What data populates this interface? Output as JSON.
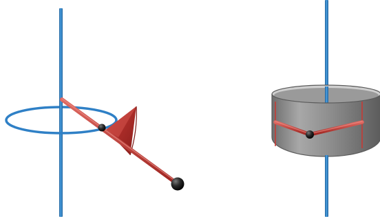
{
  "colors": {
    "axis": "#2f80c6",
    "rod": "#c73a34",
    "rod_dark": "#8e1f1c",
    "cone": "#b8302c",
    "ball": "#1e1e1e",
    "cylinder_side": "#8a8a8a",
    "cylinder_top": "#bdbdbd",
    "cylinder_edge": "#5a5a5a"
  },
  "left_figure": {
    "axis_icon": "vertical-axis",
    "ring_icon": "horizontal-ring",
    "rod_icon": "tilted-rod",
    "cone_icon": "cone-tip",
    "ball_icon": "end-ball"
  },
  "right_figure": {
    "axis_icon": "vertical-axis",
    "cylinder_icon": "cylinder-band",
    "rod_icon": "bent-rod",
    "ball_icon": "center-ball"
  }
}
